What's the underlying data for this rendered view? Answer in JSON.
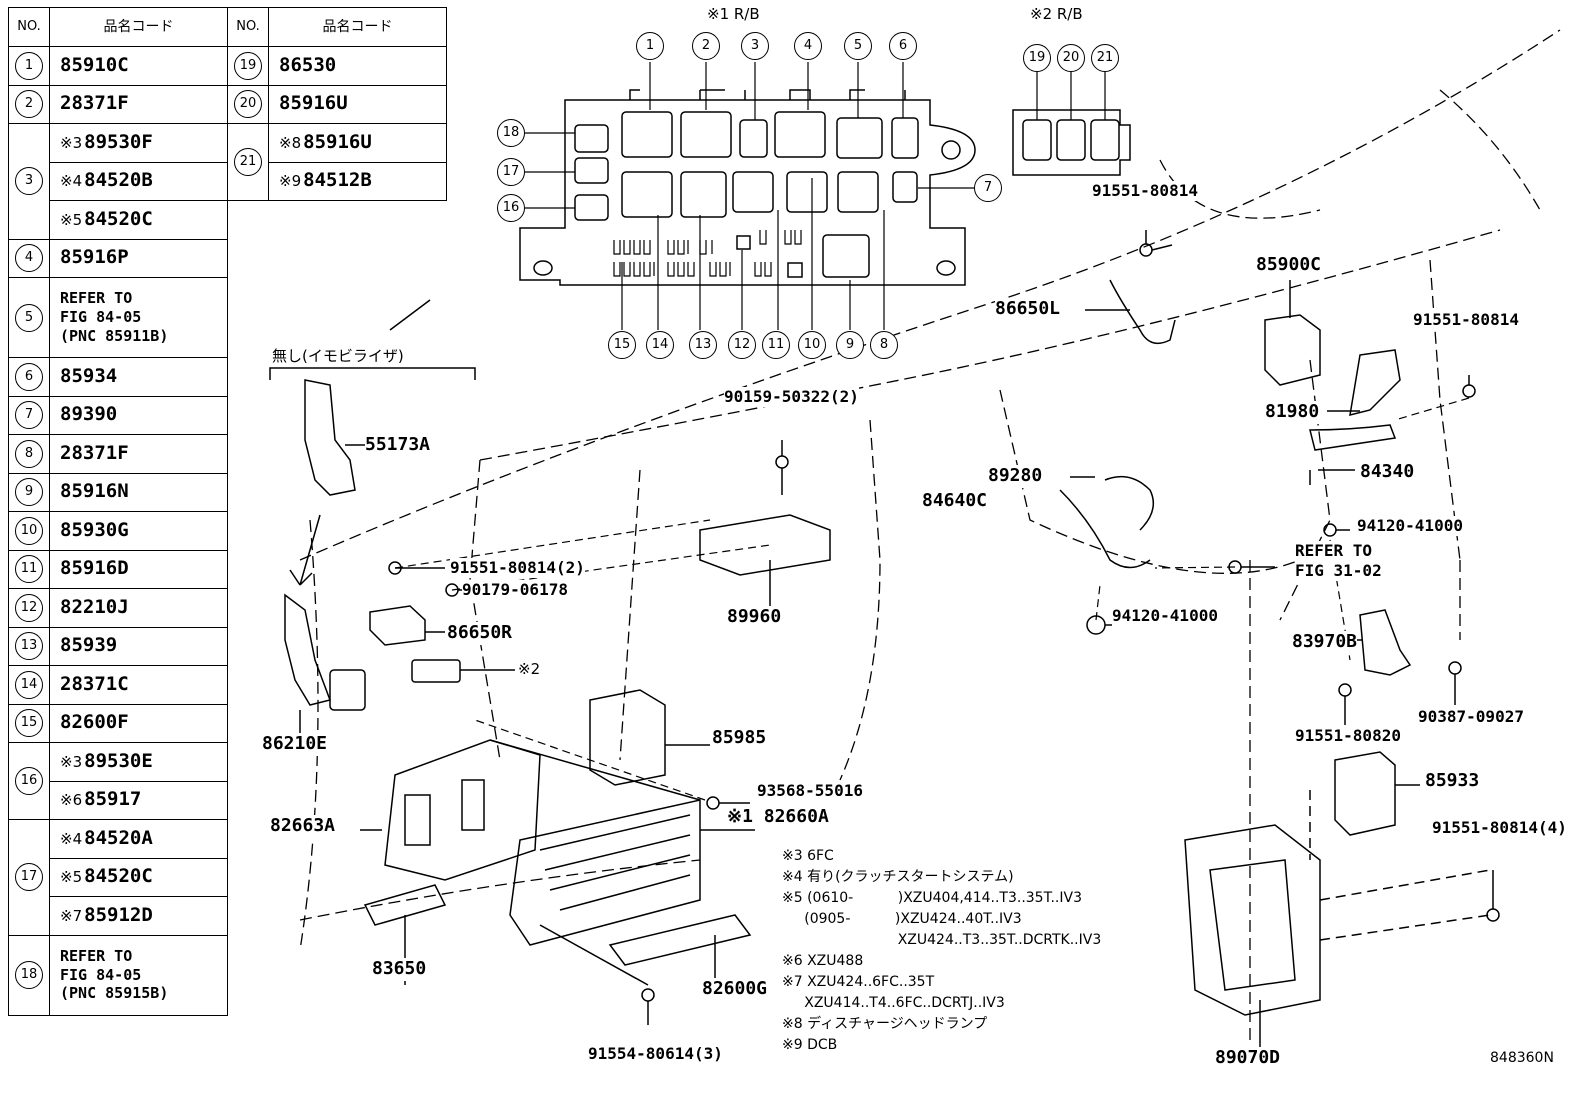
{
  "table_left": {
    "header_no": "NO.",
    "header_code": "品名コード",
    "rows": [
      {
        "no": "1",
        "codes": [
          "85910C"
        ]
      },
      {
        "no": "2",
        "codes": [
          "28371F"
        ]
      },
      {
        "no": "3",
        "codes": [
          "※3 89530F",
          "※4 84520B",
          "※5 84520C"
        ]
      },
      {
        "no": "4",
        "codes": [
          "85916P"
        ]
      },
      {
        "no": "5",
        "codes": [
          "REFER TO\nFIG 84-05\n(PNC 85911B)"
        ]
      },
      {
        "no": "6",
        "codes": [
          "85934"
        ]
      },
      {
        "no": "7",
        "codes": [
          "89390"
        ]
      },
      {
        "no": "8",
        "codes": [
          "28371F"
        ]
      },
      {
        "no": "9",
        "codes": [
          "85916N"
        ]
      },
      {
        "no": "10",
        "codes": [
          "85930G"
        ]
      },
      {
        "no": "11",
        "codes": [
          "85916D"
        ]
      },
      {
        "no": "12",
        "codes": [
          "82210J"
        ]
      },
      {
        "no": "13",
        "codes": [
          "85939"
        ]
      },
      {
        "no": "14",
        "codes": [
          "28371C"
        ]
      },
      {
        "no": "15",
        "codes": [
          "82600F"
        ]
      },
      {
        "no": "16",
        "codes": [
          "※3 89530E",
          "※6 85917"
        ]
      },
      {
        "no": "17",
        "codes": [
          "※4 84520A",
          "※5 84520C",
          "※7 85912D"
        ]
      },
      {
        "no": "18",
        "codes": [
          "REFER TO\nFIG 84-05\n(PNC 85915B)"
        ]
      }
    ]
  },
  "table_right": {
    "header_no": "NO.",
    "header_code": "品名コード",
    "rows": [
      {
        "no": "19",
        "codes": [
          "86530"
        ]
      },
      {
        "no": "20",
        "codes": [
          "85916U"
        ]
      },
      {
        "no": "21",
        "codes": [
          "※8 85916U",
          "※9 84512B"
        ]
      }
    ]
  },
  "relay_block_titles": {
    "rb1": "※1 R/B",
    "rb2": "※2 R/B"
  },
  "callout_numbers": [
    "1",
    "2",
    "3",
    "4",
    "5",
    "6",
    "7",
    "8",
    "9",
    "10",
    "11",
    "12",
    "13",
    "14",
    "15",
    "16",
    "17",
    "18",
    "19",
    "20",
    "21"
  ],
  "immobilizer_label": "無し(イモビライザ)",
  "part_labels": {
    "p55173A": "55173A",
    "p91551_80814_2": "91551-80814(2)",
    "p90179": "90179-06178",
    "p86650R": "86650R",
    "p_rb2_ref": "※2",
    "p86210E": "86210E",
    "p82663A": "82663A",
    "p83650": "83650",
    "p90159": "90159-50322(2)",
    "p89960": "89960",
    "p85985": "85985",
    "p93568": "93568-55016",
    "p82660A": "※1 82660A",
    "p82600G": "82600G",
    "p91554": "91554-80614(3)",
    "p91551_top": "91551-80814",
    "p86650L": "86650L",
    "p84640C": "84640C",
    "p89280": "89280",
    "p94120_mid": "94120-41000",
    "p85900C": "85900C",
    "p91551_right": "91551-80814",
    "p81980": "81980",
    "p84340": "84340",
    "p94120_right": "94120-41000",
    "refer_31_02": "REFER TO\nFIG 31-02",
    "p83970B": "83970B",
    "p91551_80820": "91551-80820",
    "p90387": "90387-09027",
    "p85933": "85933",
    "p91551_4": "91551-80814(4)",
    "p89070D": "89070D"
  },
  "notes": [
    "※3 6FC",
    "※4 有り(クラッチスタートシステム)",
    "※5 (0610-          )XZU404,414..T3..35T..IV3",
    "     (0905-          )XZU424..40T..IV3",
    "                          XZU424..T3..35T..DCRTK..IV3",
    "※6 XZU488",
    "※7 XZU424..6FC..35T",
    "     XZU414..T4..6FC..DCRTJ..IV3",
    "※8 ディスチャージヘッドランプ",
    "※9 DCB"
  ],
  "figure_id": "848360N"
}
